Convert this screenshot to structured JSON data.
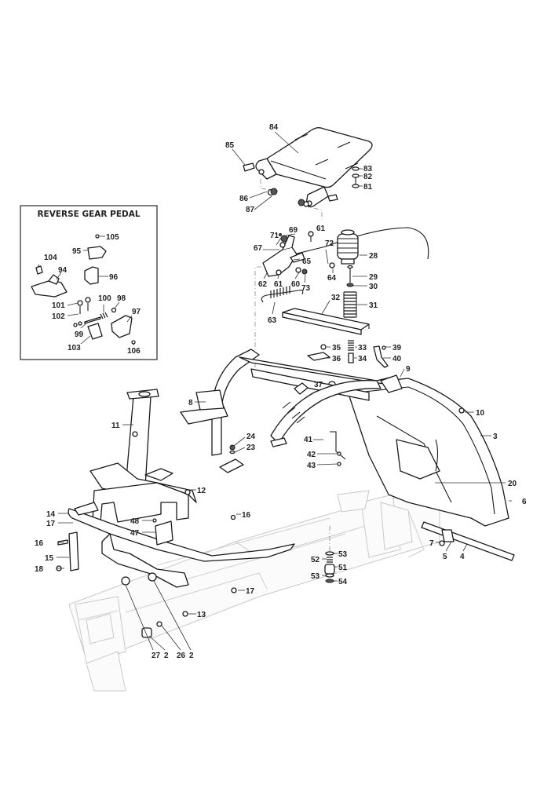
{
  "diagram": {
    "type": "exploded-parts-diagram",
    "subject": "Ride-on mower frame, seat support and pedal assembly",
    "inset": {
      "title": "REVERSE GEAR PEDAL",
      "callouts": [
        "105",
        "95",
        "104",
        "94",
        "96",
        "101",
        "100",
        "98",
        "102",
        "97",
        "99",
        "103",
        "106"
      ]
    },
    "callouts": [
      {
        "id": "84",
        "label": "84"
      },
      {
        "id": "85",
        "label": "85"
      },
      {
        "id": "83",
        "label": "83"
      },
      {
        "id": "82",
        "label": "82"
      },
      {
        "id": "81",
        "label": "81"
      },
      {
        "id": "86",
        "label": "86"
      },
      {
        "id": "87",
        "label": "87"
      },
      {
        "id": "71",
        "label": "71"
      },
      {
        "id": "69",
        "label": "69"
      },
      {
        "id": "61a",
        "label": "61"
      },
      {
        "id": "72",
        "label": "72"
      },
      {
        "id": "67",
        "label": "67"
      },
      {
        "id": "65",
        "label": "65"
      },
      {
        "id": "28",
        "label": "28"
      },
      {
        "id": "64",
        "label": "64"
      },
      {
        "id": "62",
        "label": "62"
      },
      {
        "id": "61b",
        "label": "61"
      },
      {
        "id": "60",
        "label": "60"
      },
      {
        "id": "73",
        "label": "73"
      },
      {
        "id": "29",
        "label": "29"
      },
      {
        "id": "30",
        "label": "30"
      },
      {
        "id": "32",
        "label": "32"
      },
      {
        "id": "31",
        "label": "31"
      },
      {
        "id": "63",
        "label": "63"
      },
      {
        "id": "35",
        "label": "35"
      },
      {
        "id": "33",
        "label": "33"
      },
      {
        "id": "39",
        "label": "39"
      },
      {
        "id": "36",
        "label": "36"
      },
      {
        "id": "34",
        "label": "34"
      },
      {
        "id": "40",
        "label": "40"
      },
      {
        "id": "9",
        "label": "9"
      },
      {
        "id": "37",
        "label": "37"
      },
      {
        "id": "8",
        "label": "8"
      },
      {
        "id": "10",
        "label": "10"
      },
      {
        "id": "11",
        "label": "11"
      },
      {
        "id": "3",
        "label": "3"
      },
      {
        "id": "24",
        "label": "24"
      },
      {
        "id": "23",
        "label": "23"
      },
      {
        "id": "41",
        "label": "41"
      },
      {
        "id": "42",
        "label": "42"
      },
      {
        "id": "43",
        "label": "43"
      },
      {
        "id": "20",
        "label": "20"
      },
      {
        "id": "12",
        "label": "12"
      },
      {
        "id": "6",
        "label": "6"
      },
      {
        "id": "14",
        "label": "14"
      },
      {
        "id": "16a",
        "label": "16"
      },
      {
        "id": "48",
        "label": "48"
      },
      {
        "id": "17a",
        "label": "17"
      },
      {
        "id": "47",
        "label": "47"
      },
      {
        "id": "16b",
        "label": "16"
      },
      {
        "id": "7",
        "label": "7"
      },
      {
        "id": "5",
        "label": "5"
      },
      {
        "id": "4",
        "label": "4"
      },
      {
        "id": "15",
        "label": "15"
      },
      {
        "id": "53a",
        "label": "53"
      },
      {
        "id": "52",
        "label": "52"
      },
      {
        "id": "51",
        "label": "51"
      },
      {
        "id": "18",
        "label": "18"
      },
      {
        "id": "53b",
        "label": "53"
      },
      {
        "id": "54",
        "label": "54"
      },
      {
        "id": "17b",
        "label": "17"
      },
      {
        "id": "13",
        "label": "13"
      },
      {
        "id": "27",
        "label": "27"
      },
      {
        "id": "2a",
        "label": "2"
      },
      {
        "id": "26",
        "label": "26"
      },
      {
        "id": "2b",
        "label": "2"
      }
    ]
  }
}
